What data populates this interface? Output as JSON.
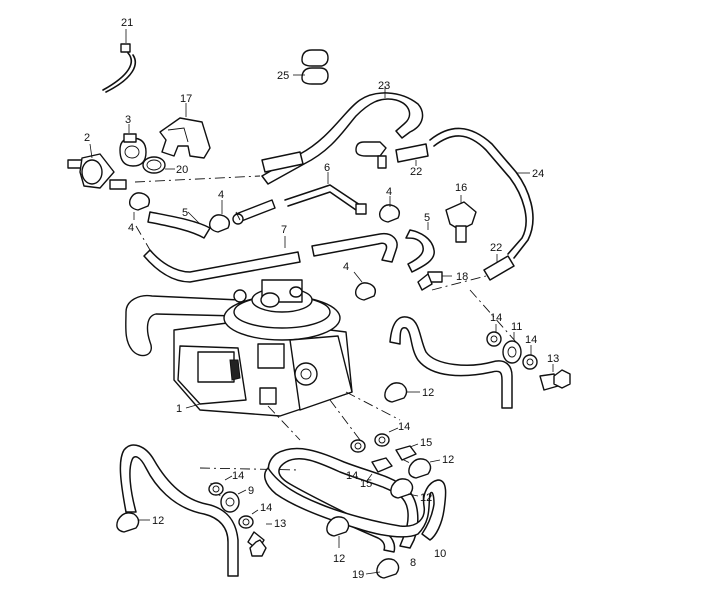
{
  "callouts": [
    {
      "id": "c21",
      "text": "21"
    },
    {
      "id": "c25",
      "text": "25"
    },
    {
      "id": "c23",
      "text": "23"
    },
    {
      "id": "c3",
      "text": "3"
    },
    {
      "id": "c17",
      "text": "17"
    },
    {
      "id": "c2",
      "text": "2"
    },
    {
      "id": "c20",
      "text": "20"
    },
    {
      "id": "c22a",
      "text": "22"
    },
    {
      "id": "c24",
      "text": "24"
    },
    {
      "id": "c6",
      "text": "6"
    },
    {
      "id": "c4a",
      "text": "4"
    },
    {
      "id": "c4b",
      "text": "4"
    },
    {
      "id": "c16",
      "text": "16"
    },
    {
      "id": "c5a",
      "text": "5"
    },
    {
      "id": "c4c",
      "text": "4"
    },
    {
      "id": "c5b",
      "text": "5"
    },
    {
      "id": "c7",
      "text": "7"
    },
    {
      "id": "c22b",
      "text": "22"
    },
    {
      "id": "c4d",
      "text": "4"
    },
    {
      "id": "c18",
      "text": "18"
    },
    {
      "id": "c14a",
      "text": "14"
    },
    {
      "id": "c11",
      "text": "11"
    },
    {
      "id": "c14b",
      "text": "14"
    },
    {
      "id": "c13a",
      "text": "13"
    },
    {
      "id": "c12a",
      "text": "12"
    },
    {
      "id": "c1",
      "text": "1"
    },
    {
      "id": "c14c",
      "text": "14"
    },
    {
      "id": "c15a",
      "text": "15"
    },
    {
      "id": "c12b",
      "text": "12"
    },
    {
      "id": "c14d",
      "text": "14"
    },
    {
      "id": "c14e",
      "text": "14"
    },
    {
      "id": "c15b",
      "text": "15"
    },
    {
      "id": "c12c",
      "text": "12"
    },
    {
      "id": "c9",
      "text": "9"
    },
    {
      "id": "c14f",
      "text": "14"
    },
    {
      "id": "c13b",
      "text": "13"
    },
    {
      "id": "c12d",
      "text": "12"
    },
    {
      "id": "c12e",
      "text": "12"
    },
    {
      "id": "c8",
      "text": "8"
    },
    {
      "id": "c10",
      "text": "10"
    },
    {
      "id": "c19",
      "text": "19"
    }
  ]
}
